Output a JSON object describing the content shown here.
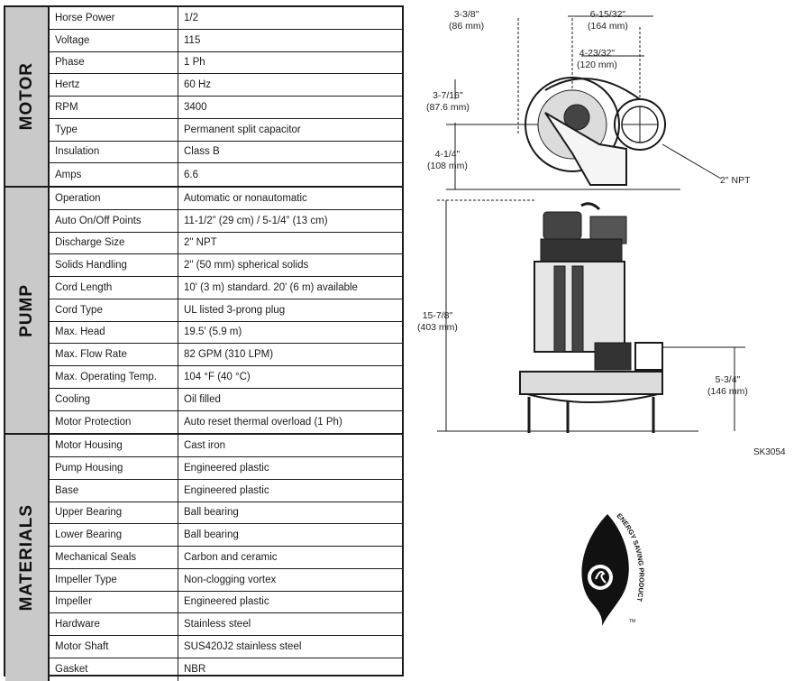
{
  "sections": [
    {
      "label": "MOTOR",
      "rows": [
        {
          "key": "Horse Power",
          "value": "1/2"
        },
        {
          "key": "Voltage",
          "value": "115"
        },
        {
          "key": "Phase",
          "value": "1 Ph"
        },
        {
          "key": "Hertz",
          "value": "60 Hz"
        },
        {
          "key": "RPM",
          "value": "3400"
        },
        {
          "key": "Type",
          "value": "Permanent split capacitor"
        },
        {
          "key": "Insulation",
          "value": "Class B"
        },
        {
          "key": "Amps",
          "value": "6.6"
        }
      ]
    },
    {
      "label": "PUMP",
      "rows": [
        {
          "key": "Operation",
          "value": "Automatic or nonautomatic"
        },
        {
          "key": "Auto On/Off Points",
          "value": "11-1/2” (29 cm) / 5-1/4” (13 cm)"
        },
        {
          "key": "Discharge Size",
          "value": "2\" NPT"
        },
        {
          "key": "Solids Handling",
          "value": "2\" (50 mm) spherical solids"
        },
        {
          "key": "Cord Length",
          "value": "10' (3 m) standard. 20' (6 m) available"
        },
        {
          "key": "Cord Type",
          "value": "UL listed 3-prong plug"
        },
        {
          "key": "Max. Head",
          "value": "19.5' (5.9 m)"
        },
        {
          "key": "Max. Flow Rate",
          "value": "82 GPM (310 LPM)"
        },
        {
          "key": "Max. Operating Temp.",
          "value": "104 °F (40 °C)"
        },
        {
          "key": "Cooling",
          "value": "Oil filled"
        },
        {
          "key": "Motor Protection",
          "value": "Auto reset thermal overload (1 Ph)"
        }
      ]
    },
    {
      "label": "MATERIALS",
      "rows": [
        {
          "key": "Motor Housing",
          "value": "Cast iron"
        },
        {
          "key": "Pump Housing",
          "value": "Engineered plastic"
        },
        {
          "key": "Base",
          "value": "Engineered plastic"
        },
        {
          "key": "Upper Bearing",
          "value": "Ball bearing"
        },
        {
          "key": "Lower Bearing",
          "value": "Ball bearing"
        },
        {
          "key": "Mechanical Seals",
          "value": "Carbon and ceramic"
        },
        {
          "key": "Impeller Type",
          "value": "Non-clogging vortex"
        },
        {
          "key": "Impeller",
          "value": "Engineered plastic"
        },
        {
          "key": "Hardware",
          "value": "Stainless steel"
        },
        {
          "key": "Motor Shaft",
          "value": "SUS420J2 stainless steel"
        },
        {
          "key": "Gasket",
          "value": "NBR"
        }
      ]
    }
  ],
  "drawing": {
    "dim_top_left": "3-3/8\"",
    "dim_top_left_mm": "(86 mm)",
    "dim_top_right": "6-15/32\"",
    "dim_top_right_mm": "(164 mm)",
    "dim_inner": "4-23/32\"",
    "dim_inner_mm": "(120 mm)",
    "dim_upper_left": "3-7/16\"",
    "dim_upper_left_mm": "(87.6 mm)",
    "dim_lower_left": "4-1/4\"",
    "dim_lower_left_mm": "(108 mm)",
    "discharge_label": "2\" NPT",
    "dim_height": "15-7/8\"",
    "dim_height_mm": "(403 mm)",
    "dim_base": "5-3/4\"",
    "dim_base_mm": "(146 mm)",
    "drawing_code": "SK3054"
  },
  "logo": {
    "text": "ENERGY SAVING PRODUCT",
    "trademark": "TM"
  }
}
